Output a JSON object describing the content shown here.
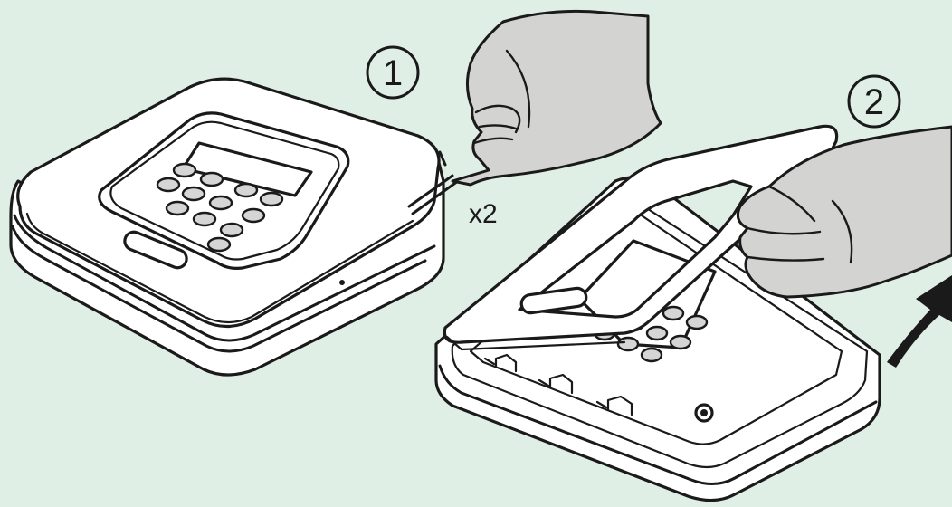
{
  "steps": [
    {
      "number": "1",
      "repeat_label": "x2"
    },
    {
      "number": "2"
    }
  ],
  "colors": {
    "background": "#e0efe6",
    "outline": "#1a1a1a",
    "device": "#ffffff",
    "hand": "#d3d3d2",
    "keys": "#d5d5d5"
  },
  "icons": [
    "step-1-badge",
    "step-2-badge",
    "pry-tool",
    "curved-lift-arrow"
  ]
}
